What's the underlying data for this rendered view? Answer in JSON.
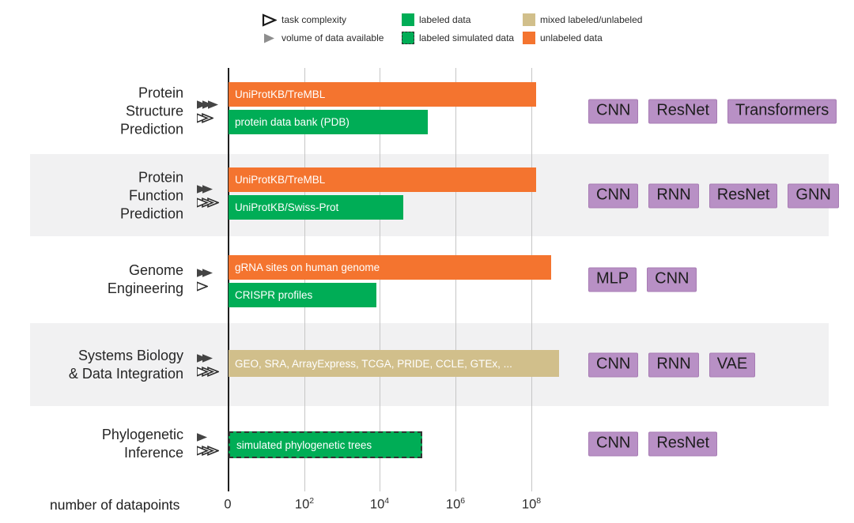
{
  "legend": {
    "items": [
      {
        "label": "task complexity",
        "marker": "triangle-hollow"
      },
      {
        "label": "volume of data available",
        "marker": "triangle-filled",
        "color": "#8E8E8E"
      },
      {
        "label": "labeled data",
        "marker": "square",
        "color": "#00AD56"
      },
      {
        "label": "labeled simulated data",
        "marker": "square-dashed",
        "color": "#00AD56"
      },
      {
        "label": "mixed labeled/unlabeled",
        "marker": "square",
        "color": "#D1BF8B"
      },
      {
        "label": "unlabeled data",
        "marker": "square",
        "color": "#F4742F"
      }
    ]
  },
  "colors": {
    "unlabeled_bar": "#F4742F",
    "labeled_bar": "#00AD56",
    "mixed_bar": "#D1BF8B",
    "model_badge": "#B890C5",
    "stripe": "#F1F1F2"
  },
  "chart_data": {
    "type": "bar",
    "orientation": "horizontal",
    "xlabel": "number of datapoints",
    "x_scale": "log10 (0 then 10^2..10^8)",
    "x_ticks": [
      {
        "base": "0",
        "exp": ""
      },
      {
        "base": "10",
        "exp": "2"
      },
      {
        "base": "10",
        "exp": "4"
      },
      {
        "base": "10",
        "exp": "6"
      },
      {
        "base": "10",
        "exp": "8"
      }
    ],
    "legend_note": "arrow counts encode ratings 1-3; hollow = task complexity, filled = volume of data available",
    "rows": [
      {
        "task": "Protein Structure Prediction",
        "task_lines": [
          "Protein",
          "Structure",
          "Prediction"
        ],
        "data_volume": 3,
        "task_complexity": 2,
        "bars": [
          {
            "dataset": "UniProtKB/TreMBL",
            "data_type": "unlabeled",
            "log10_datapoints": 8.1
          },
          {
            "dataset": "protein data bank (PDB)",
            "data_type": "labeled",
            "log10_datapoints": 5.25
          }
        ],
        "models": [
          "CNN",
          "ResNet",
          "Transformers"
        ]
      },
      {
        "task": "Protein Function Prediction",
        "task_lines": [
          "Protein",
          "Function",
          "Prediction"
        ],
        "data_volume": 2,
        "task_complexity": 3,
        "bars": [
          {
            "dataset": "UniProtKB/TreMBL",
            "data_type": "unlabeled",
            "log10_datapoints": 8.1
          },
          {
            "dataset": "UniProtKB/Swiss-Prot",
            "data_type": "labeled",
            "log10_datapoints": 4.6
          }
        ],
        "models": [
          "CNN",
          "RNN",
          "ResNet",
          "GNN"
        ]
      },
      {
        "task": "Genome Engineering",
        "task_lines": [
          "Genome",
          "Engineering"
        ],
        "data_volume": 2,
        "task_complexity": 1,
        "bars": [
          {
            "dataset": "gRNA sites on human genome",
            "data_type": "unlabeled",
            "log10_datapoints": 8.5
          },
          {
            "dataset": "CRISPR profiles",
            "data_type": "labeled",
            "log10_datapoints": 3.9
          }
        ],
        "models": [
          "MLP",
          "CNN"
        ]
      },
      {
        "task": "Systems Biology & Data Integration",
        "task_lines": [
          "Systems Biology",
          "& Data Integration"
        ],
        "data_volume": 2,
        "task_complexity": 3,
        "bars": [
          {
            "dataset": "GEO, SRA, ArrayExpress, TCGA, PRIDE, CCLE, GTEx, ...",
            "data_type": "mixed",
            "log10_datapoints": 8.7
          }
        ],
        "models": [
          "CNN",
          "RNN",
          "VAE"
        ]
      },
      {
        "task": "Phylogenetic Inference",
        "task_lines": [
          "Phylogenetic",
          "Inference"
        ],
        "data_volume": 1,
        "task_complexity": 3,
        "bars": [
          {
            "dataset": "simulated phylogenetic trees",
            "data_type": "labeled-simulated",
            "log10_datapoints": 5.1
          }
        ],
        "models": [
          "CNN",
          "ResNet"
        ]
      }
    ]
  }
}
